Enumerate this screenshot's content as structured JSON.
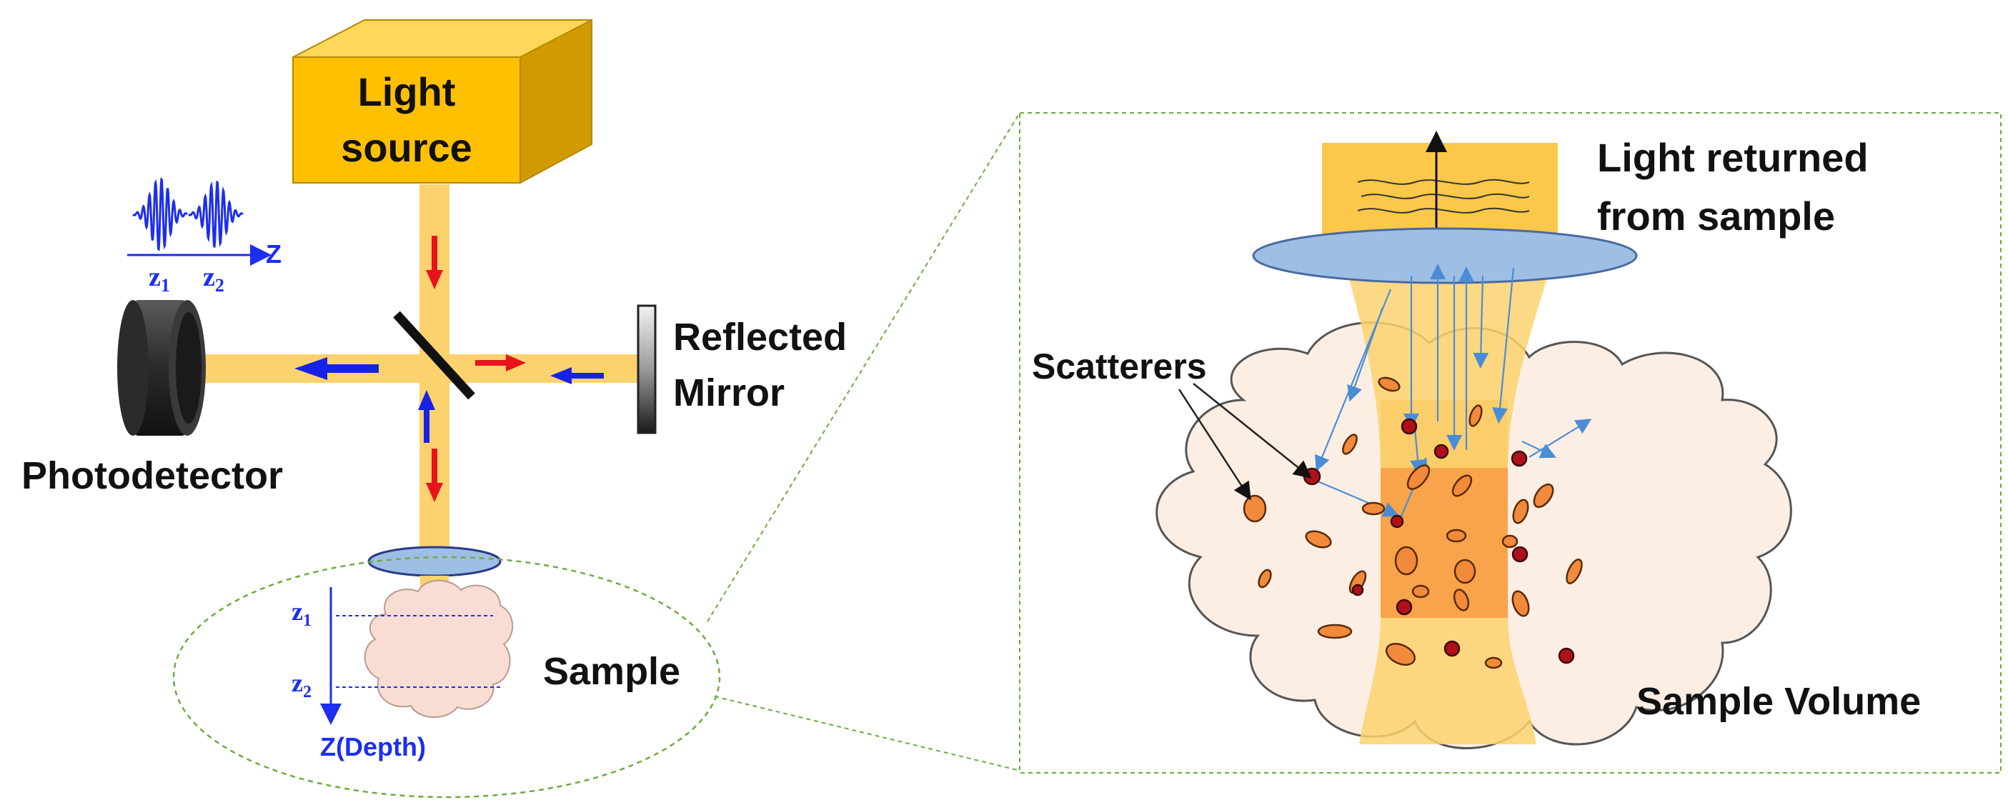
{
  "labels": {
    "light_source_line1": "Light",
    "light_source_line2": "source",
    "photodetector": "Photodetector",
    "mirror_line1": "Reflected",
    "mirror_line2": "Mirror",
    "sample": "Sample",
    "light_returned_line1": "Light returned",
    "light_returned_line2": "from sample",
    "scatterers": "Scatterers",
    "sample_volume": "Sample Volume",
    "depth_axis": "Z(Depth)",
    "signal_axis": "Z"
  },
  "depths": {
    "z1": "z",
    "z1_sub": "1",
    "z2": "z",
    "z2_sub": "2"
  },
  "colors": {
    "beam": "#fcd26e",
    "beam_dark": "#f7b82a",
    "source_front": "#ffc000",
    "source_top": "#ffd75a",
    "source_side": "#d19b00",
    "arrow_forward": "#e8141c",
    "arrow_return": "#1622e6",
    "lens": "#9dbfe4",
    "tissue": "#fdeee4",
    "sample_small": "#f9ddd3",
    "focus_core": "#f8a44a",
    "scatterer_ellipse": "#f18a3a",
    "scatterer_dot": "#b0101a",
    "ray": "#4a8dd6",
    "dashed_green": "#6aac3f"
  }
}
